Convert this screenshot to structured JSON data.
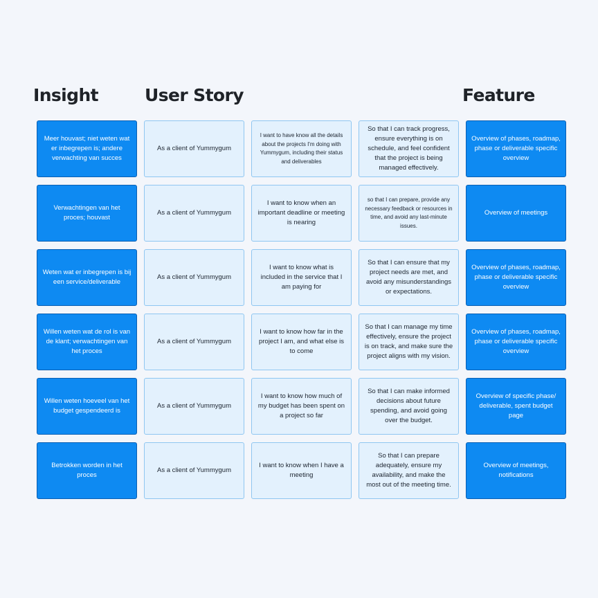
{
  "headings": {
    "insight": "Insight",
    "user_story": "User Story",
    "feature": "Feature"
  },
  "rows": [
    {
      "insight": "Meer houvast; niet weten wat er inbegrepen is; andere verwachting van succes",
      "persona": "As a client of Yummygum",
      "want": "I want to have know all the details about the projects I'm doing with Yummygum, including their status and deliverables",
      "so_that": "So that I can track progress, ensure everything is on schedule, and feel confident that the project is being managed effectively.",
      "feature": "Overview of phases, roadmap, phase or deliverable specific overview"
    },
    {
      "insight": "Verwachtingen van het proces; houvast",
      "persona": "As a client of Yummygum",
      "want": "I want to know when an important deadline or meeting is nearing",
      "so_that": "so that I can prepare, provide any necessary feedback or resources in time, and avoid any last-minute issues.",
      "feature": "Overview of meetings"
    },
    {
      "insight": "Weten wat er inbegrepen is bij een service/deliverable",
      "persona": "As a client of Yummygum",
      "want": "I want to know what is included in the service that I am paying for",
      "so_that": "So that I can ensure that my project needs are met, and avoid any misunderstandings or expectations.",
      "feature": "Overview of phases, roadmap, phase or deliverable specific overview"
    },
    {
      "insight": "Willen weten wat de rol is van de klant; verwachtingen van het proces",
      "persona": "As a client of Yummygum",
      "want": "I want to know how far in the project I am, and what else is to come",
      "so_that": "So that I can manage my time effectively, ensure the project is on track, and make sure the project aligns with my vision.",
      "feature": "Overview of phases, roadmap, phase or deliverable specific overview"
    },
    {
      "insight": "Willen weten hoeveel van het budget gespendeerd is",
      "persona": "As a client of Yummygum",
      "want": "I want to know how much of my budget has been spent on a project so far",
      "so_that": "So that I can make informed decisions about future spending, and avoid going over the budget.",
      "feature": "Overview of specific phase/ deliverable, spent budget page"
    },
    {
      "insight": "Betrokken worden in het proces",
      "persona": "As a client of Yummygum",
      "want": "I want to know when I have a meeting",
      "so_that": "So that I can prepare adequately, ensure my availability, and make the most out of the meeting time.",
      "feature": "Overview of meetings, notifications"
    }
  ],
  "colors": {
    "background": "#f3f6fb",
    "insight_feature_fill": "#0e8af2",
    "insight_feature_border": "#0a5fb3",
    "story_fill": "#e3f1fd",
    "story_border": "#8fc6f1",
    "heading_text": "#1f2328"
  }
}
